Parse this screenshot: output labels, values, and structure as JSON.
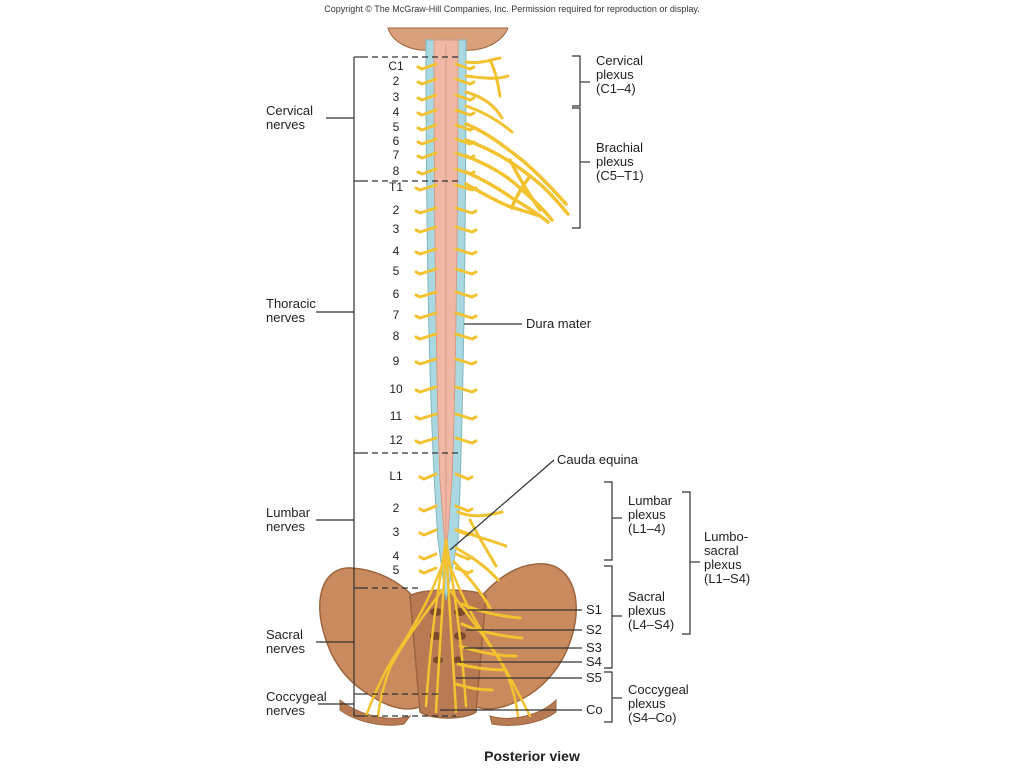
{
  "copyright": "Copyright © The McGraw-Hill Companies, Inc. Permission required for reproduction or display.",
  "caption": "Posterior view",
  "colors": {
    "nerve": "#f2c230",
    "nerve_outline": "#c99a16",
    "dura": "#a9d8e0",
    "cord": "#efb7a4",
    "bone": "#c98a5e",
    "bone_dark": "#9b6640",
    "line": "#333333"
  },
  "nerve_groups": [
    {
      "name": "Cervical nerves",
      "line1": "Cervical",
      "line2": "nerves"
    },
    {
      "name": "Thoracic nerves",
      "line1": "Thoracic",
      "line2": "nerves"
    },
    {
      "name": "Lumbar nerves",
      "line1": "Lumbar",
      "line2": "nerves"
    },
    {
      "name": "Sacral nerves",
      "line1": "Sacral",
      "line2": "nerves"
    },
    {
      "name": "Coccygeal nerves",
      "line1": "Coccygeal",
      "line2": "nerves"
    }
  ],
  "vertebral_labels": {
    "cervical": [
      "C1",
      "2",
      "3",
      "4",
      "5",
      "6",
      "7",
      "8"
    ],
    "thoracic": [
      "T1",
      "2",
      "3",
      "4",
      "5",
      "6",
      "7",
      "8",
      "9",
      "10",
      "11",
      "12"
    ],
    "lumbar": [
      "L1",
      "2",
      "3",
      "4",
      "5"
    ]
  },
  "sacral_labels": [
    "S1",
    "S2",
    "S3",
    "S4",
    "S5",
    "Co"
  ],
  "plexuses": [
    {
      "name": "cervical",
      "lines": [
        "Cervical",
        "plexus",
        "(C1–4)"
      ]
    },
    {
      "name": "brachial",
      "lines": [
        "Brachial",
        "plexus",
        "(C5–T1)"
      ]
    },
    {
      "name": "lumbar",
      "lines": [
        "Lumbar",
        "plexus",
        "(L1–4)"
      ]
    },
    {
      "name": "sacral",
      "lines": [
        "Sacral",
        "plexus",
        "(L4–S4)"
      ]
    },
    {
      "name": "lumbosacral",
      "lines": [
        "Lumbo-",
        "sacral",
        "plexus",
        "(L1–S4)"
      ]
    },
    {
      "name": "coccygeal",
      "lines": [
        "Coccygeal",
        "plexus",
        "(S4–Co)"
      ]
    }
  ],
  "structures": {
    "dura_mater": "Dura mater",
    "cauda_equina": "Cauda equina"
  }
}
